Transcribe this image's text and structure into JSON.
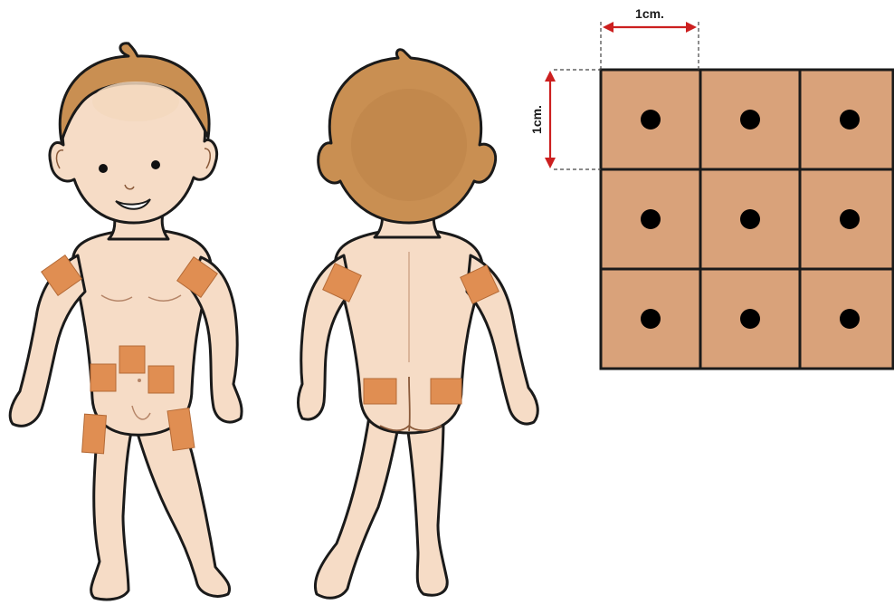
{
  "dimension_labels": {
    "horizontal": "1cm.",
    "vertical": "1cm."
  },
  "grid": {
    "rows": 3,
    "cols": 3,
    "cell_fill": "#d9a27a",
    "grid_line": "#1a1a1a",
    "dot_color": "#000000"
  },
  "colors": {
    "skin": "#f6dcc6",
    "skin_shade": "#e9c3a6",
    "hair": "#c98f52",
    "hair_light": "#e2b27d",
    "outline": "#1a1a1a",
    "patch": "#e08e52",
    "arrow": "#cc1f1f",
    "dashed": "#444444"
  },
  "figures": {
    "front_patch_count": 7,
    "back_patch_count": 4
  }
}
